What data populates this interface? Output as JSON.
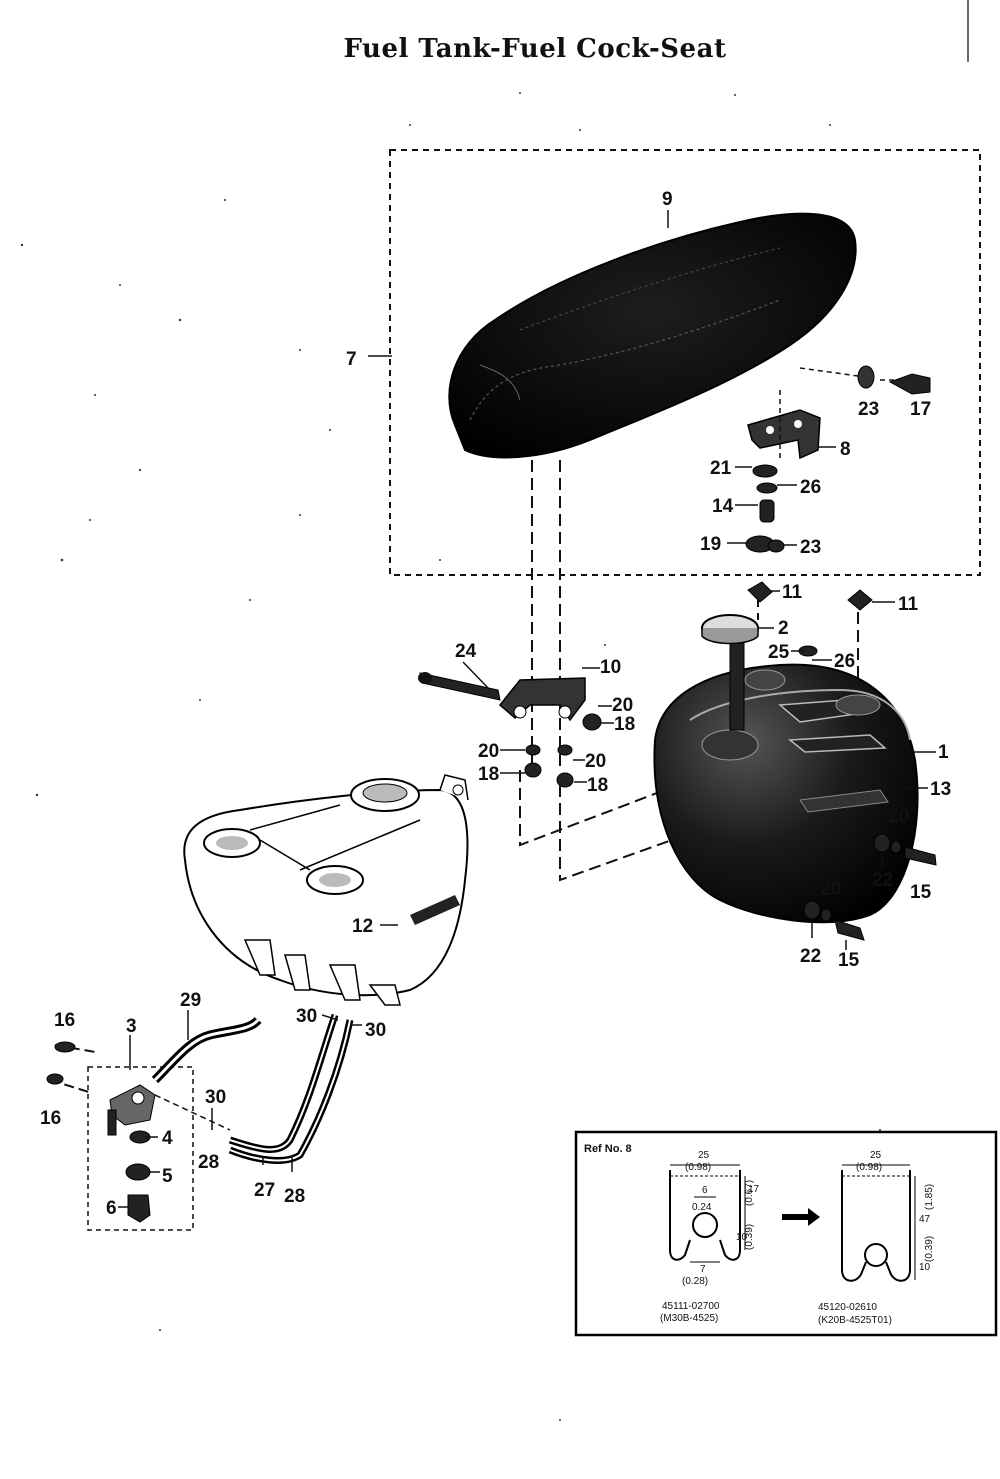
{
  "title": "Fuel Tank-Fuel Cock-Seat",
  "callouts": [
    {
      "id": "c9",
      "text": "9"
    },
    {
      "id": "c7",
      "text": "7"
    },
    {
      "id": "c23a",
      "text": "23"
    },
    {
      "id": "c17",
      "text": "17"
    },
    {
      "id": "c8",
      "text": "8"
    },
    {
      "id": "c21",
      "text": "21"
    },
    {
      "id": "c26a",
      "text": "26"
    },
    {
      "id": "c14",
      "text": "14"
    },
    {
      "id": "c19",
      "text": "19"
    },
    {
      "id": "c23b",
      "text": "23"
    },
    {
      "id": "c11a",
      "text": "11"
    },
    {
      "id": "c11b",
      "text": "11"
    },
    {
      "id": "c2",
      "text": "2"
    },
    {
      "id": "c25",
      "text": "25"
    },
    {
      "id": "c26b",
      "text": "26"
    },
    {
      "id": "c24",
      "text": "24"
    },
    {
      "id": "c10",
      "text": "10"
    },
    {
      "id": "c20a",
      "text": "20"
    },
    {
      "id": "c18a",
      "text": "18"
    },
    {
      "id": "c20b",
      "text": "20"
    },
    {
      "id": "c18b",
      "text": "18"
    },
    {
      "id": "c20c",
      "text": "20"
    },
    {
      "id": "c18c",
      "text": "18"
    },
    {
      "id": "c1",
      "text": "1"
    },
    {
      "id": "c13",
      "text": "13"
    },
    {
      "id": "c20d",
      "text": "20"
    },
    {
      "id": "c22a",
      "text": "22"
    },
    {
      "id": "c15a",
      "text": "15"
    },
    {
      "id": "c20e",
      "text": "20"
    },
    {
      "id": "c22b",
      "text": "22"
    },
    {
      "id": "c15b",
      "text": "15"
    },
    {
      "id": "c12",
      "text": "12"
    },
    {
      "id": "c16a",
      "text": "16"
    },
    {
      "id": "c3",
      "text": "3"
    },
    {
      "id": "c29",
      "text": "29"
    },
    {
      "id": "c30a",
      "text": "30"
    },
    {
      "id": "c30b",
      "text": "30"
    },
    {
      "id": "c16b",
      "text": "16"
    },
    {
      "id": "c30c",
      "text": "30"
    },
    {
      "id": "c4",
      "text": "4"
    },
    {
      "id": "c28a",
      "text": "28"
    },
    {
      "id": "c5",
      "text": "5"
    },
    {
      "id": "c6",
      "text": "6"
    },
    {
      "id": "c27",
      "text": "27"
    },
    {
      "id": "c28b",
      "text": "28"
    }
  ],
  "inset": {
    "ref": "Ref No. 8",
    "left": {
      "width_mm": "25",
      "width_in": "(0.98)",
      "slot_mm": "6",
      "slot_in": "0.24",
      "dim1_mm": "17",
      "dim1_in": "(0.67)",
      "dim2_mm": "10",
      "dim2_in": "(0.39)",
      "dim3_mm": "7",
      "dim3_in": "(0.28)",
      "part_no": "45111-02700",
      "model": "(M30B-4525)"
    },
    "right": {
      "width_mm": "25",
      "width_in": "(0.98)",
      "dim1_mm": "47",
      "dim1_in": "(1.85)",
      "dim2_mm": "10",
      "dim2_in": "(0.39)",
      "part_no": "45120-02610",
      "model": "(K20B-4525T01)"
    }
  }
}
